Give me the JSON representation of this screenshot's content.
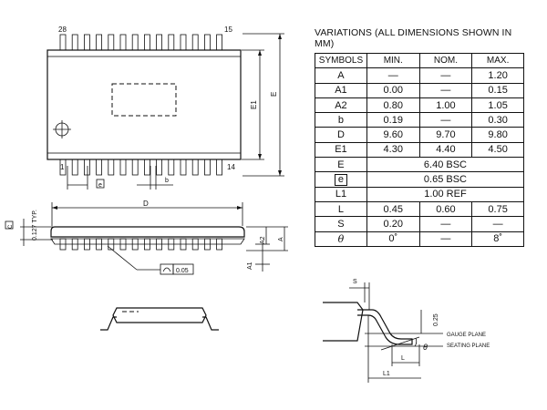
{
  "top_view": {
    "pin_28": "28",
    "pin_15": "15",
    "pin_1": "1",
    "pin_14": "14",
    "dim_e1": "E1",
    "dim_e": "E",
    "dim_e_pitch": "e",
    "dim_b": "b"
  },
  "side_view": {
    "dim_d": "D",
    "dim_a": "A",
    "dim_a2": "A2",
    "dim_a1": "A1",
    "dim_typ": "0.127 TYP.",
    "seating_ref": "C",
    "flatness_value": "0.05"
  },
  "detail_view": {
    "dim_s": "S",
    "dim_025": "0.25",
    "gauge_plane": "GAUGE PLANE",
    "seating_plane": "SEATING PLANE",
    "dim_l": "L",
    "dim_l1": "L1",
    "theta": "θ"
  },
  "variations_table": {
    "title": "VARIATIONS (ALL DIMENSIONS SHOWN IN MM)",
    "headers": [
      "SYMBOLS",
      "MIN.",
      "NOM.",
      "MAX."
    ],
    "rows": [
      {
        "symbol": "A",
        "min": "—",
        "nom": "—",
        "max": "1.20"
      },
      {
        "symbol": "A1",
        "min": "0.00",
        "nom": "—",
        "max": "0.15"
      },
      {
        "symbol": "A2",
        "min": "0.80",
        "nom": "1.00",
        "max": "1.05"
      },
      {
        "symbol": "b",
        "min": "0.19",
        "nom": "—",
        "max": "0.30"
      },
      {
        "symbol": "D",
        "min": "9.60",
        "nom": "9.70",
        "max": "9.80"
      },
      {
        "symbol": "E1",
        "min": "4.30",
        "nom": "4.40",
        "max": "4.50"
      },
      {
        "symbol": "E",
        "span": "6.40 BSC"
      },
      {
        "symbol": "e",
        "span": "0.65 BSC",
        "boxed": true
      },
      {
        "symbol": "L1",
        "span": "1.00 REF"
      },
      {
        "symbol": "L",
        "min": "0.45",
        "nom": "0.60",
        "max": "0.75"
      },
      {
        "symbol": "S",
        "min": "0.20",
        "nom": "—",
        "max": "—"
      },
      {
        "symbol": "θ",
        "min": "0˚",
        "nom": "—",
        "max": "8˚",
        "italic": true
      }
    ]
  }
}
